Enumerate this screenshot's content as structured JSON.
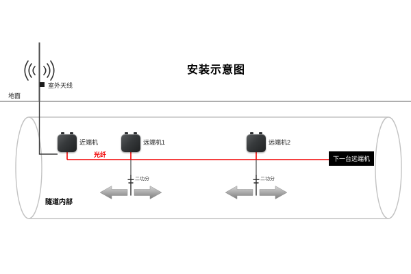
{
  "diagram": {
    "title": "安装示意图",
    "outdoor_antenna_label": "室外天线",
    "ground_label": "地面",
    "tunnel_label": "隧道内部",
    "fiber_label": "光纤",
    "devices": {
      "near_end": "近端机",
      "remote1": "远端机1",
      "remote2": "远端机2",
      "next_remote": "下一台远端机"
    },
    "splitters": {
      "splitter1": "二功分",
      "splitter2": "二功分"
    },
    "colors": {
      "fiber_line": "#f20000",
      "device_body": "#36393b",
      "next_box_bg": "#000000",
      "tunnel_stroke": "#c2c2c2",
      "arrow_fill_top": "#d6d6d6",
      "arrow_fill_bottom": "#7e7e7e"
    }
  }
}
